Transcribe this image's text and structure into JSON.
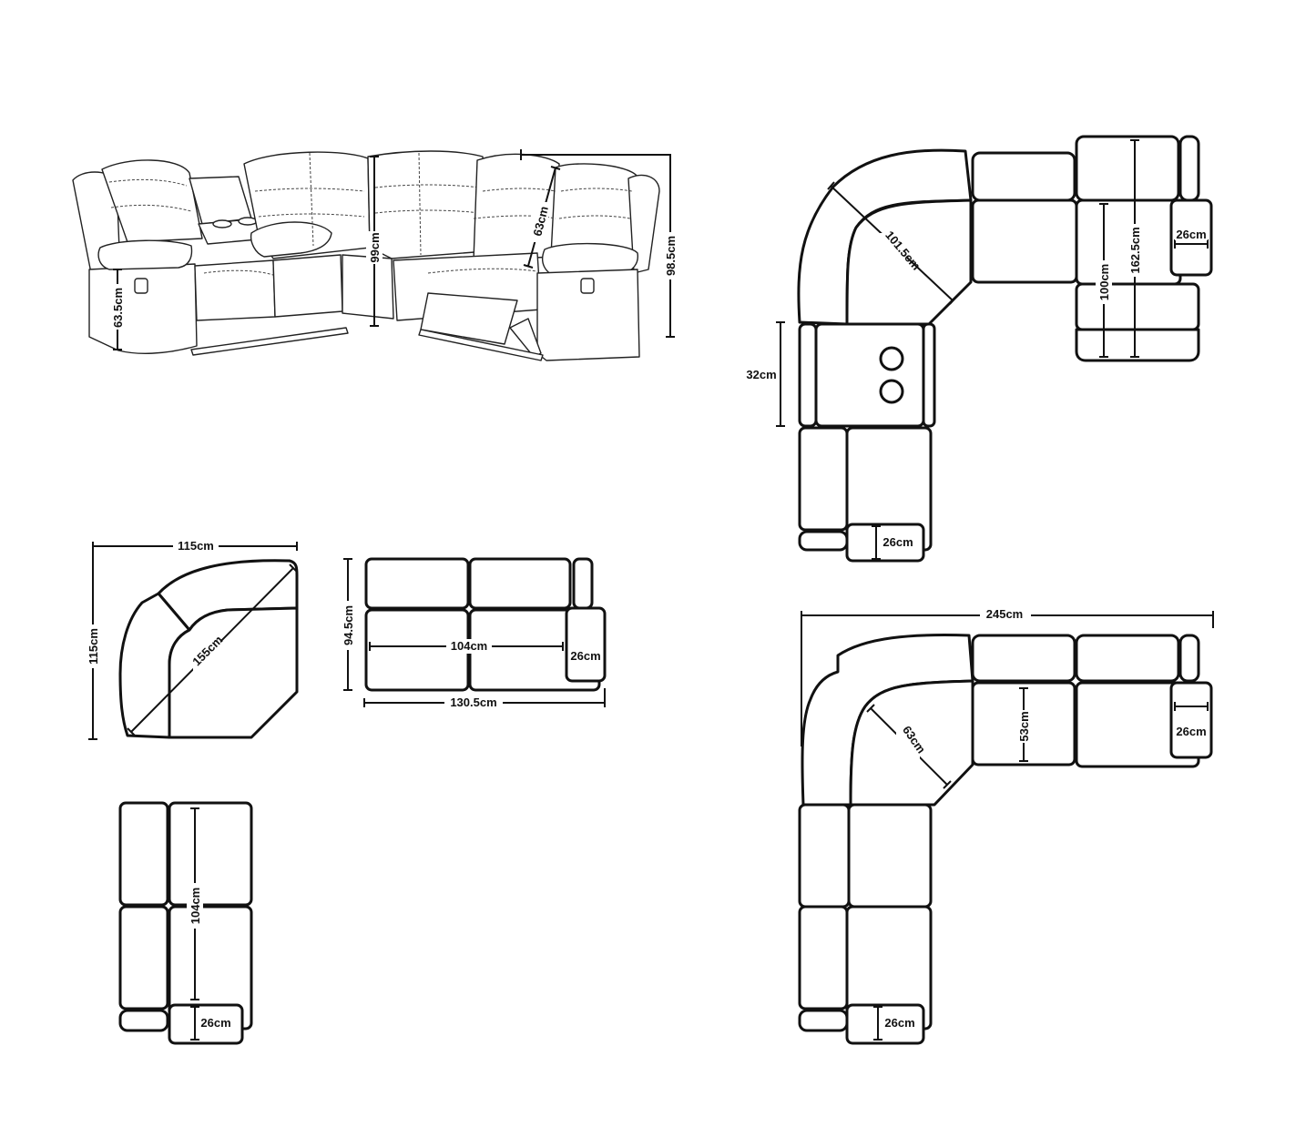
{
  "dimensions": {
    "perspective": {
      "arm_height": "63.5cm",
      "back_height_center": "99cm",
      "seat_back_height": "63cm",
      "total_height": "98.5cm"
    },
    "top_view_open": {
      "corner_diagonal": "101.5cm",
      "console_width": "32cm",
      "recliner_length": "162.5cm",
      "seat_depth": "100cm",
      "footrest_right": "26cm",
      "footrest_bottom": "26cm"
    },
    "corner_piece": {
      "width": "115cm",
      "depth": "115cm",
      "diagonal": "155cm"
    },
    "two_seater": {
      "depth": "94.5cm",
      "seat_width": "104cm",
      "footrest": "26cm",
      "total_width": "130.5cm"
    },
    "two_seater_vertical": {
      "seat_width": "104cm",
      "footrest": "26cm"
    },
    "top_view_closed": {
      "total_width": "245cm",
      "corner_diagonal": "63cm",
      "seat_depth": "53cm",
      "footrest_right": "26cm",
      "footrest_bottom": "26cm"
    }
  },
  "colors": {
    "line": "#111111",
    "background": "#ffffff"
  }
}
